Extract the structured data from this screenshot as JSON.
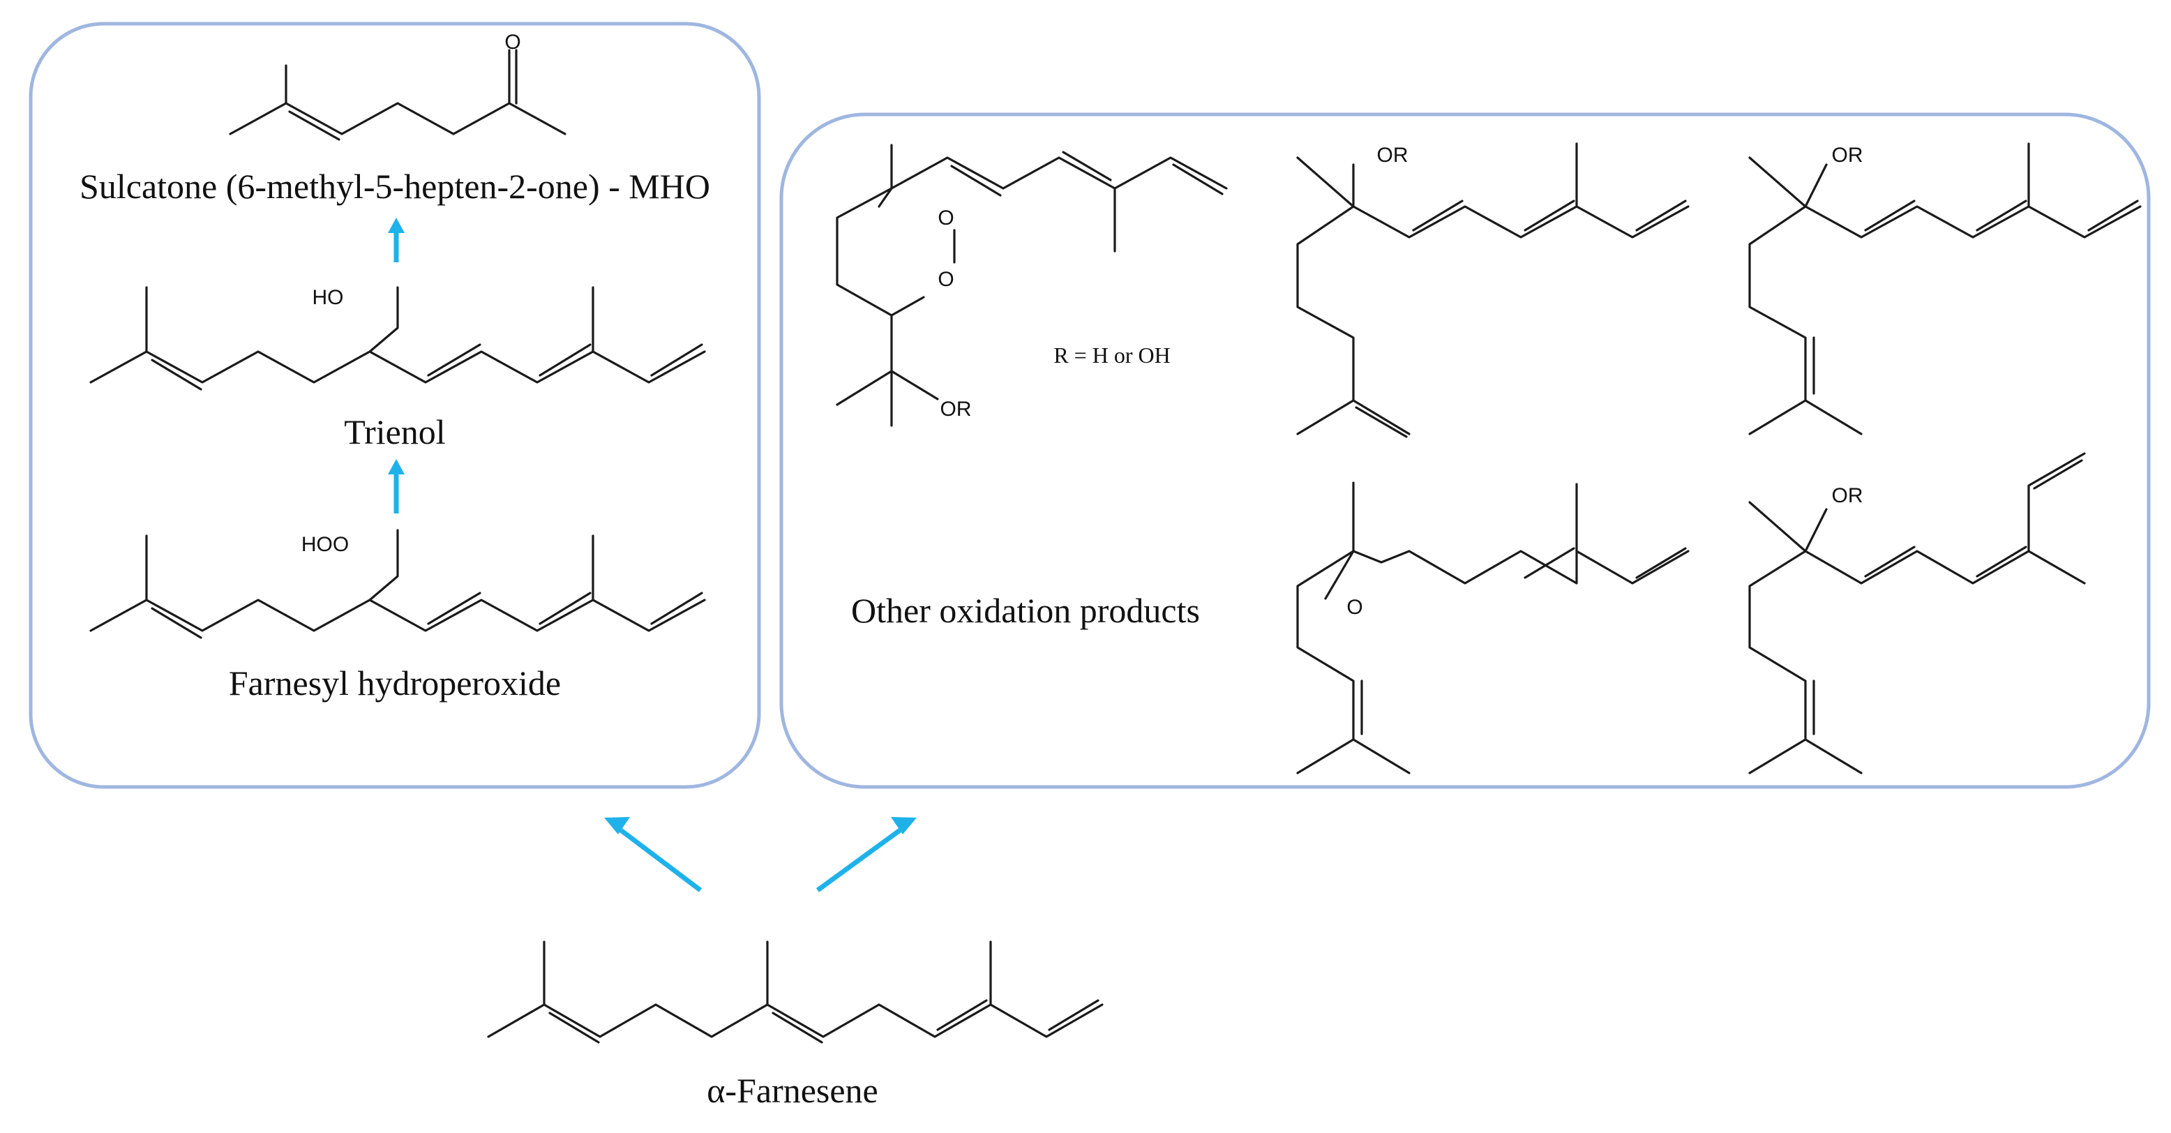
{
  "colors": {
    "panel_border": "#9fb6e0",
    "arrow": "#1fb2ea",
    "bond": "#1a1a1a"
  },
  "left_panel": {
    "sulcatone_label": "Sulcatone (6-methyl-5-hepten-2-one) - MHO",
    "trienol_label": "Trienol",
    "hydroperoxide_label": "Farnesyl hydroperoxide",
    "atoms": {
      "ketone_o": "O",
      "hydroxyl": "HO",
      "hydroperoxy": "HOO"
    }
  },
  "right_panel": {
    "r_definition": "R = H or OH",
    "other_label": "Other oxidation products",
    "atoms": {
      "peroxide_o1": "O",
      "peroxide_o2": "O",
      "endoperoxide_or": "OR",
      "a_or": "OR",
      "b_or": "OR",
      "epoxide_o": "O",
      "d_or": "OR"
    }
  },
  "bottom": {
    "farnesene_label": "α-Farnesene"
  }
}
